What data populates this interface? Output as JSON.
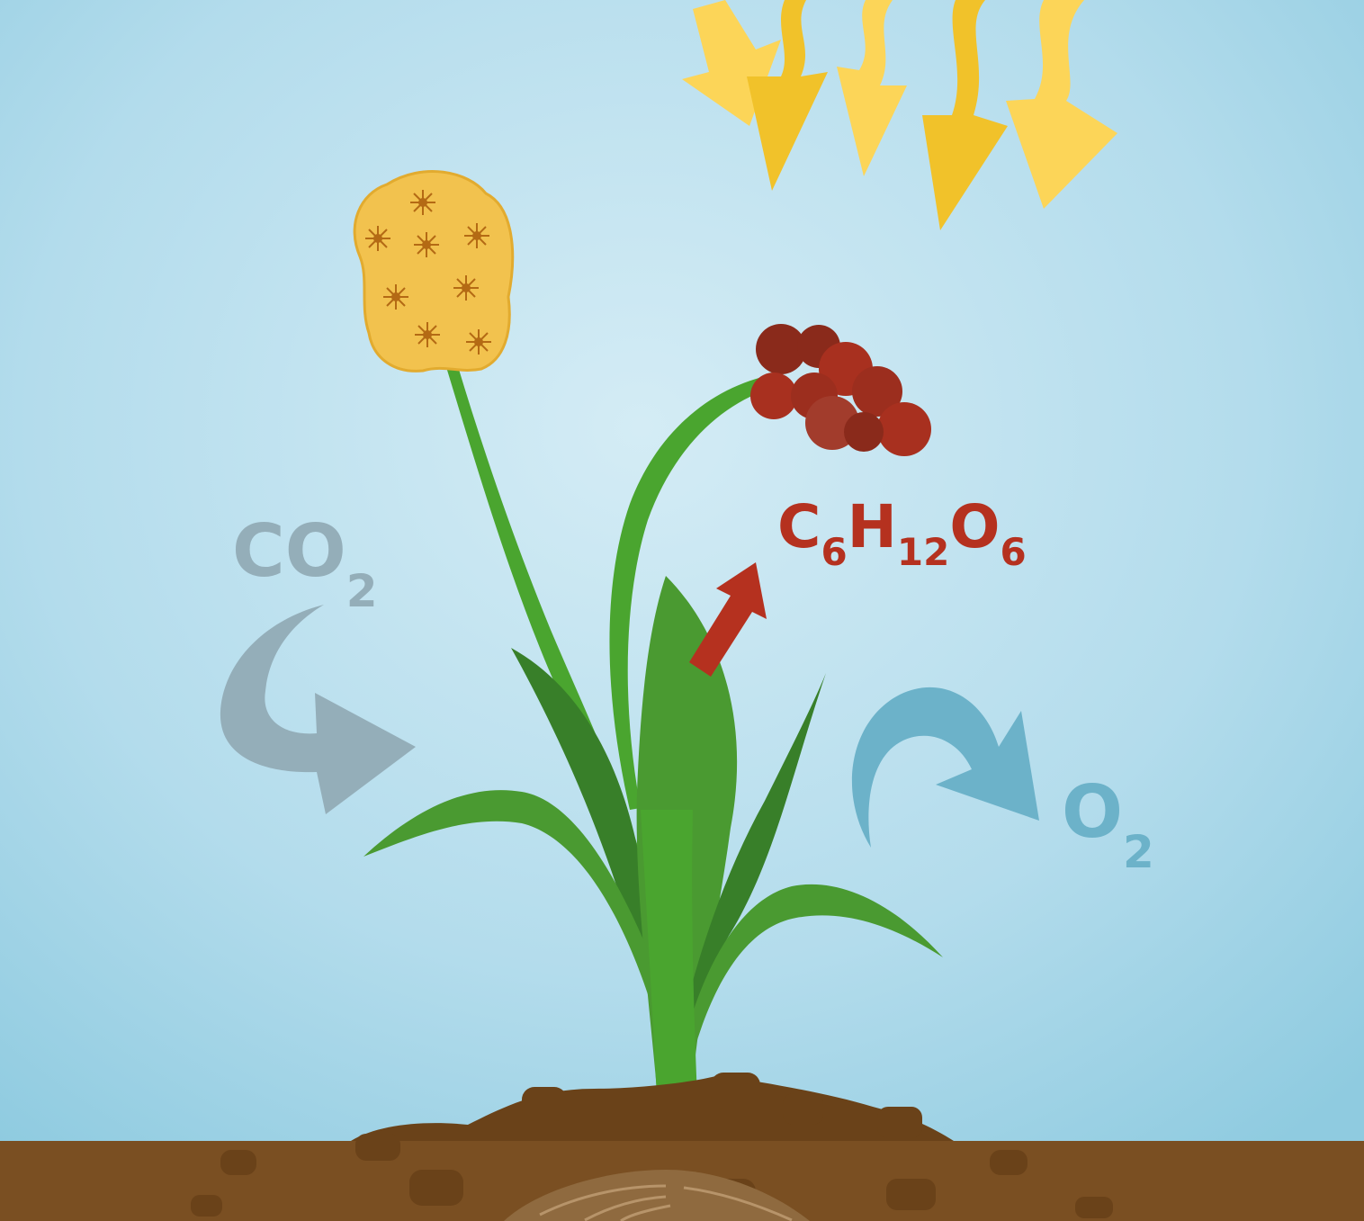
{
  "formulas": {
    "carbon_dioxide": {
      "main": "CO",
      "sub": "2"
    },
    "oxygen": {
      "main": "O",
      "sub": "2"
    },
    "glucose": [
      {
        "main": "C",
        "sub": "6"
      },
      {
        "main": "H",
        "sub": "12"
      },
      {
        "main": "O",
        "sub": "6"
      }
    ]
  },
  "colors": {
    "sky_light": "#d4ecf5",
    "sky_dark": "#8fcbe0",
    "soil": "#7a4f22",
    "soil_clod": "#6a4219",
    "leaf_light": "#4a9a31",
    "leaf_dark": "#387f29",
    "stem": "#4aa52f",
    "flower": "#f2c24e",
    "flower_center": "#b46a14",
    "fruit": "#a8301f",
    "fruit_dark": "#8a2a1b",
    "sun_ray": "#fcd558",
    "sun_ray_dark": "#f1c22a",
    "co2": "#94aeb9",
    "o2": "#6cb2c9",
    "glucose": "#b5311f"
  },
  "icons": {
    "co2_arrow": "curved-arrow-in-icon",
    "o2_arrow": "curved-arrow-out-icon",
    "glucose_arrow": "arrow-up-right-icon",
    "sunlight": "sun-ray-arrow-icon"
  }
}
